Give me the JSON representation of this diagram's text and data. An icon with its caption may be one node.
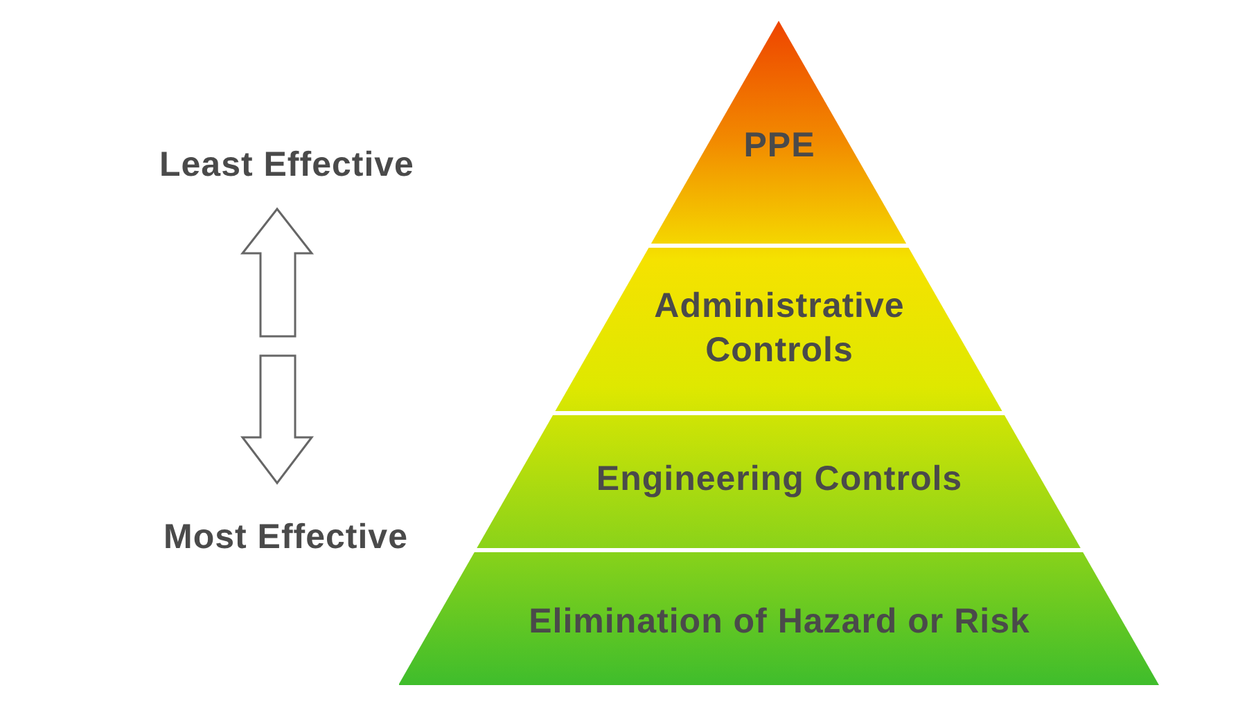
{
  "diagram": {
    "nodes": [
      {
        "text": [
          "PPE"
        ]
      },
      {
        "text": [
          "Administrative Controls"
        ]
      },
      {
        "text": [
          "Engineering Controls"
        ]
      },
      {
        "text": [
          "Elimination of Hazard or Risk"
        ]
      }
    ],
    "labels": [
      "Least Effective",
      "Most Effective"
    ]
  }
}
